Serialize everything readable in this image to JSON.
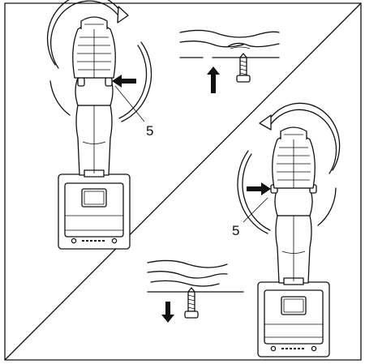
{
  "figure": {
    "callouts": [
      {
        "id": "top",
        "label": "5"
      },
      {
        "id": "bottom",
        "label": "5"
      }
    ],
    "panels": [
      {
        "id": "top-left",
        "rotation": "clockwise",
        "switch_push": "from-right",
        "screw_motion": "up"
      },
      {
        "id": "bottom-right",
        "rotation": "counterclockwise",
        "switch_push": "from-left",
        "screw_motion": "down"
      }
    ],
    "colors": {
      "ink": "#111111",
      "paper": "#ffffff"
    }
  }
}
